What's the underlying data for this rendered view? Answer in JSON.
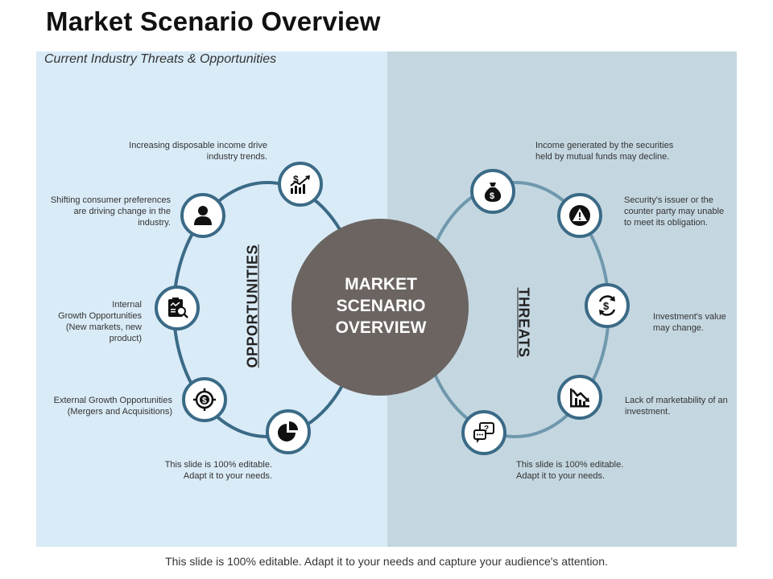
{
  "title": "Market Scenario Overview",
  "subtitle": "Current Industry Threats & Opportunities",
  "center": {
    "line1": "MARKET",
    "line2": "SCENARIO",
    "line3": "OVERVIEW"
  },
  "labels": {
    "opportunities": "OPPORTUNITIES",
    "threats": "THREATS"
  },
  "opportunities": {
    "item1": {
      "line1": "Increasing disposable income drive",
      "line2": "industry trends.",
      "icon": "dollar-chart-up-icon"
    },
    "item2": {
      "line1": "Shifting consumer preferences",
      "line2": "are driving change in the",
      "line3": "industry.",
      "icon": "user-icon"
    },
    "item3": {
      "line1": "Internal",
      "line2": "Growth Opportunities",
      "line3": "(New markets, new",
      "line4": "product)",
      "icon": "clipboard-analysis-icon"
    },
    "item4": {
      "line1": "External Growth Opportunities",
      "line2": "(Mergers and Acquisitions)",
      "icon": "dollar-target-icon"
    },
    "item5": {
      "line1": "This slide is 100% editable.",
      "line2": "Adapt it to your needs.",
      "icon": "pie-chart-icon"
    }
  },
  "threats": {
    "item1": {
      "line1": "Income generated by the securities",
      "line2": "held by mutual funds may decline.",
      "icon": "money-bag-icon"
    },
    "item2": {
      "line1": "Security's issuer or the",
      "line2": "counter party may unable",
      "line3": "to meet its obligation.",
      "icon": "warning-icon"
    },
    "item3": {
      "line1": "Investment's value",
      "line2": "may change.",
      "icon": "dollar-cycle-icon"
    },
    "item4": {
      "line1": "Lack of marketability of an",
      "line2": "investment.",
      "icon": "chart-down-icon"
    },
    "item5": {
      "line1": "This slide is 100% editable.",
      "line2": "Adapt it to your needs.",
      "icon": "chat-question-icon"
    }
  },
  "footer": "This slide is 100% editable. Adapt it to your needs and capture your audience's attention.",
  "colors": {
    "ring": "#3a6a86",
    "ring_right": "#6f98ac",
    "center": "#6b6461",
    "left_panel": "#d9ebf7",
    "right_panel": "#c4d7e1"
  }
}
